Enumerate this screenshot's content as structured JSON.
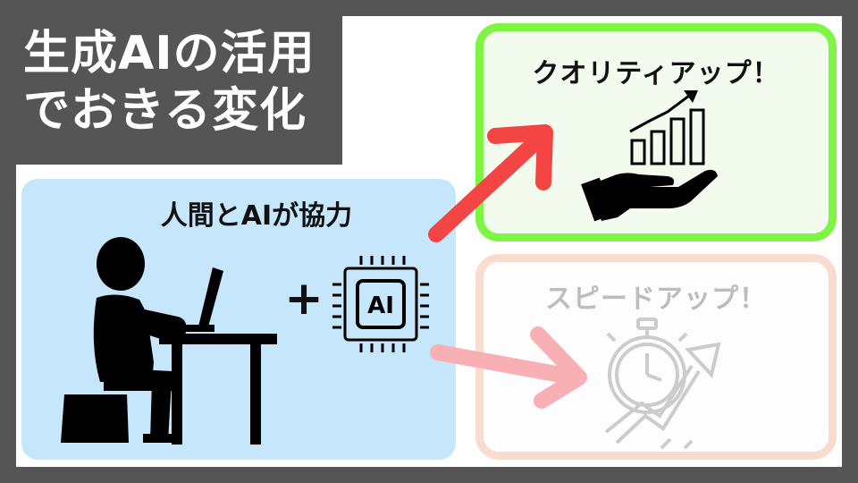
{
  "title": {
    "line1": "生成AIの活用",
    "line2": "でおきる変化"
  },
  "human_panel": {
    "title": "人間とAIが協力",
    "plus": "+",
    "chip_label": "AI"
  },
  "quality_panel": {
    "title": "クオリティアップ！"
  },
  "speed_panel": {
    "title": "スピードアップ！"
  },
  "colors": {
    "background": "#555555",
    "human_panel_bg": "#c5e6fb",
    "quality_border": "#7df542",
    "speed_border": "#f8dccd",
    "arrow_strong": "#f44545",
    "arrow_faded": "#f9b0b4",
    "speed_icon": "#cccccc"
  },
  "icons": {
    "person": "person-at-laptop-icon",
    "chip": "ai-chip-icon",
    "growth": "hand-growth-chart-icon",
    "speed": "stopwatch-growth-icon"
  }
}
